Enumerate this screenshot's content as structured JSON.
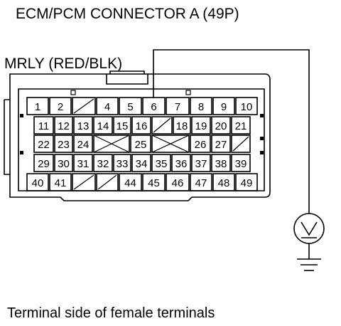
{
  "title": "ECM/PCM CONNECTOR A (49P)",
  "wire_label": "MRLY (RED/BLK)",
  "caption": "Terminal side of female terminals",
  "meter_symbol": "V",
  "probe_terminal": "6",
  "connector": {
    "rows": [
      [
        "1",
        "2",
        "",
        "4",
        "5",
        "6",
        "7",
        "8",
        "9",
        "10"
      ],
      [
        "11",
        "12",
        "13",
        "14",
        "15",
        "16",
        "",
        "18",
        "19",
        "20",
        "21"
      ],
      [
        "22",
        "23",
        "24",
        "",
        "25",
        "",
        "26",
        "27",
        ""
      ],
      [
        "29",
        "30",
        "31",
        "32",
        "33",
        "34",
        "35",
        "36",
        "37",
        "38",
        "39"
      ],
      [
        "40",
        "41",
        "",
        "",
        "44",
        "45",
        "46",
        "47",
        "48",
        "49"
      ]
    ]
  },
  "icons": {
    "voltmeter": "voltmeter-icon",
    "ground": "ground-icon"
  }
}
